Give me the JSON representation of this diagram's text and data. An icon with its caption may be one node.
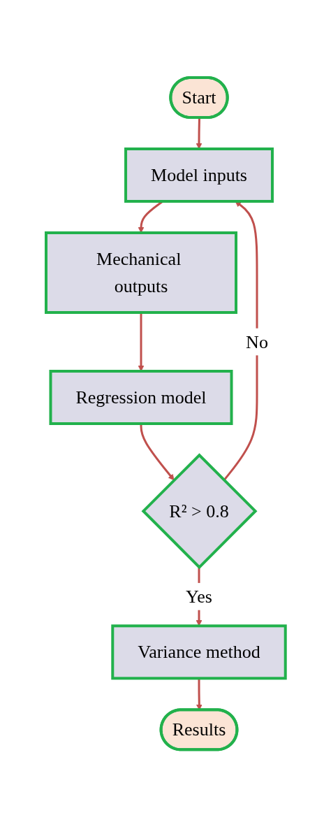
{
  "diagram": {
    "nodes": [
      {
        "text": [
          "Start"
        ]
      },
      {
        "text": [
          "Model inputs"
        ]
      },
      {
        "text": [
          "Mechanical outputs"
        ]
      },
      {
        "text": [
          "Regression model"
        ]
      },
      {
        "text": [
          "R² > 0.8"
        ]
      },
      {
        "text": [
          "Variance method"
        ]
      },
      {
        "text": [
          "Results"
        ]
      }
    ],
    "edges": [
      {
        "from": 0,
        "to": 1,
        "arrow": "to"
      },
      {
        "from": 1,
        "to": 2,
        "arrow": "to"
      },
      {
        "from": 2,
        "to": 3,
        "arrow": "to"
      },
      {
        "from": 3,
        "to": 4,
        "arrow": "to"
      },
      {
        "from": 4,
        "to": 1,
        "arrow": "to",
        "label": "No"
      },
      {
        "from": 4,
        "to": 5,
        "arrow": "to",
        "label": "Yes"
      },
      {
        "from": 5,
        "to": 6,
        "arrow": "to"
      }
    ]
  }
}
